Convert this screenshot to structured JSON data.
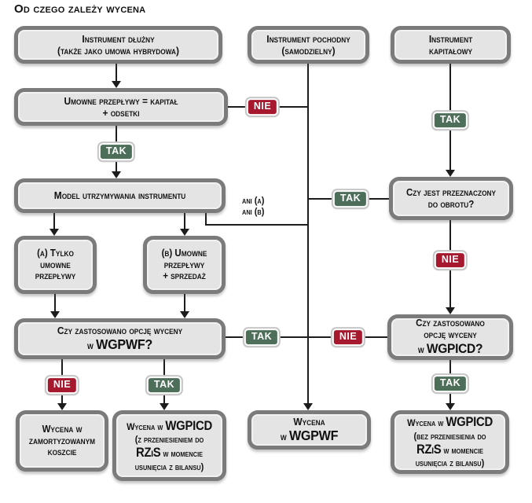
{
  "title": "Od czego zależy wycena",
  "badge": {
    "yes": "TAK",
    "no": "NIE"
  },
  "branch_note": {
    "line1": "ani (a)",
    "line2": "ani (b)"
  },
  "nodes": {
    "debt_instrument": {
      "l1": "Instrument dłużny",
      "l2": "(także jako umowa hybrydowa)"
    },
    "derivative_instrument": {
      "l1": "Instrument pochodny",
      "l2": "(samodzielny)"
    },
    "equity_instrument": {
      "l1": "Instrument",
      "l2": "kapitałowy"
    },
    "contractual_cashflows": {
      "l1": "Umowne przepływy = kapitał",
      "l2": "+ odsetki"
    },
    "holding_model": {
      "l1": "Model utrzymywania instrumentu"
    },
    "option_a": {
      "l1": "(a) Tylko",
      "l2": "umowne",
      "l3": "przepływy"
    },
    "option_b": {
      "l1": "(b) Umowne",
      "l2": "przepływy",
      "l3": "+ sprzedaż"
    },
    "q_option_wgpwf": {
      "l1": "Czy zastosowano opcję wyceny",
      "l2a": "w ",
      "l2b": "WGPWF?"
    },
    "q_held_for_trading": {
      "l1": "Czy jest przeznaczony",
      "l2": "do obrotu?"
    },
    "q_option_wgpicd": {
      "l1": "Czy zastosowano",
      "l2": "opcję wyceny",
      "l3a": "w ",
      "l3b": "WGPICD?"
    },
    "amortized_cost": {
      "l1": "Wycena w",
      "l2": "zamortyzowanym",
      "l3": "koszcie"
    },
    "wgpicd_with_transfer": {
      "l1a": "Wycena w ",
      "l1b": "WGPICD",
      "l2": "(z przeniesieniem do",
      "l3a": "RZiS",
      "l3b": " w momencie",
      "l4": "usunięcia z bilansu)"
    },
    "wgpwf_valuation": {
      "l1": "Wycena",
      "l2a": "w ",
      "l2b": "WGPWF"
    },
    "wgpicd_without_transfer": {
      "l1a": "Wycena w ",
      "l1b": "WGPICD",
      "l2": "(bez przeniesienia do",
      "l3a": "RZiS",
      "l3b": " w momencie",
      "l4": "usunięcia z bilansu)"
    }
  },
  "colors": {
    "yes_badge": "#4d6e59",
    "no_badge": "#a6182e",
    "box_fill": "#e4e4e4",
    "box_border": "#7b7b7b",
    "connector": "#1c1c1c"
  }
}
